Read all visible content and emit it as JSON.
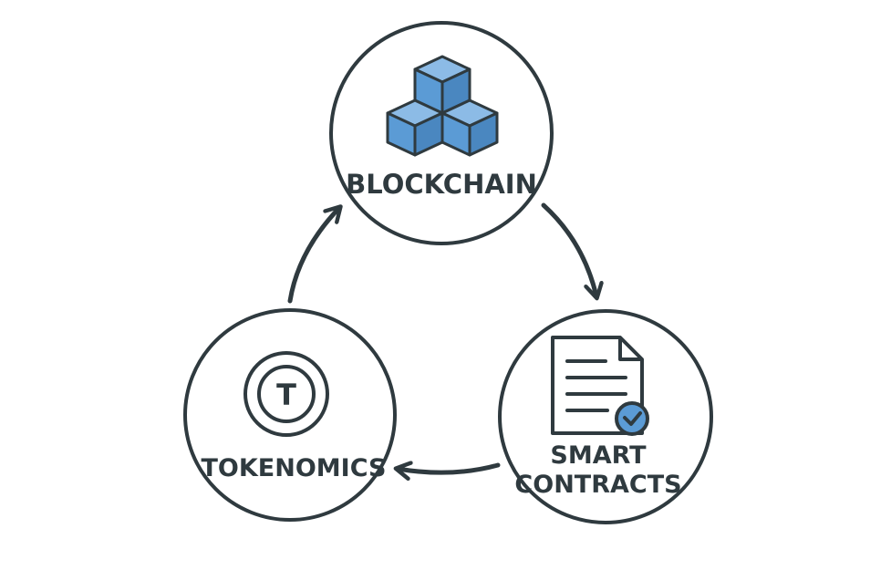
{
  "diagram": {
    "nodes": [
      {
        "id": "blockchain",
        "lines": [
          "BLOCKCHAIN"
        ],
        "icon": "cubes-icon"
      },
      {
        "id": "smart_contracts",
        "lines": [
          "SMART",
          "CONTRACTS"
        ],
        "icon": "document-check-icon"
      },
      {
        "id": "tokenomics",
        "lines": [
          "TOKENOMICS"
        ],
        "icon": "token-coin-icon"
      }
    ],
    "token_symbol": "T",
    "edges": [
      {
        "from": "blockchain",
        "to": "smart_contracts"
      },
      {
        "from": "smart_contracts",
        "to": "tokenomics"
      },
      {
        "from": "tokenomics",
        "to": "blockchain"
      }
    ],
    "colors": {
      "outline": "#2f3a3f",
      "accent_blue": "#5b9bd5",
      "background": "#ffffff"
    }
  }
}
